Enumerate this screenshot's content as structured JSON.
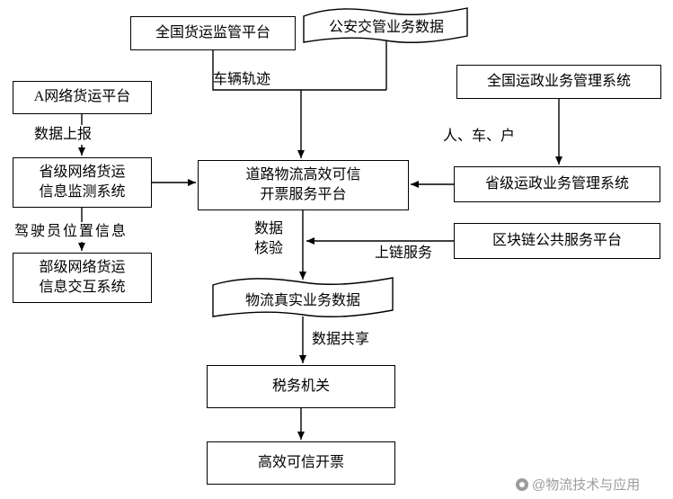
{
  "diagram": {
    "nodes": {
      "national_freight_platform": "全国货运监管平台",
      "public_security_traffic_data": "公安交管业务数据",
      "national_transport_admin_system": "全国运政业务管理系统",
      "a_network_freight_platform": "A网络货运平台",
      "provincial_network_freight_monitor_system": "省级网络货运\n信息监测系统",
      "ministry_network_freight_exchange_system": "部级网络货运\n信息交互系统",
      "road_logistics_invoice_platform": "道路物流高效可信\n开票服务平台",
      "provincial_transport_admin_system": "省级运政业务管理系统",
      "blockchain_public_service_platform": "区块链公共服务平台",
      "logistics_real_business_data": "物流真实业务数据",
      "tax_authority": "税务机关",
      "efficient_trusted_invoicing": "高效可信开票"
    },
    "edge_labels": {
      "vehicle_trajectory": "车辆轨迹",
      "data_reporting": "数据上报",
      "driver_location_info": "驾驶员位置信息",
      "person_vehicle_household": "人、车、户",
      "data_verification": "数据\n核验",
      "onchain_service": "上链服务",
      "data_sharing": "数据共享"
    },
    "watermark": "@物流技术与应用",
    "colors": {
      "line": "#000000",
      "box_fill": "#ffffff",
      "watermark_gray": "#9c9c9c"
    }
  }
}
